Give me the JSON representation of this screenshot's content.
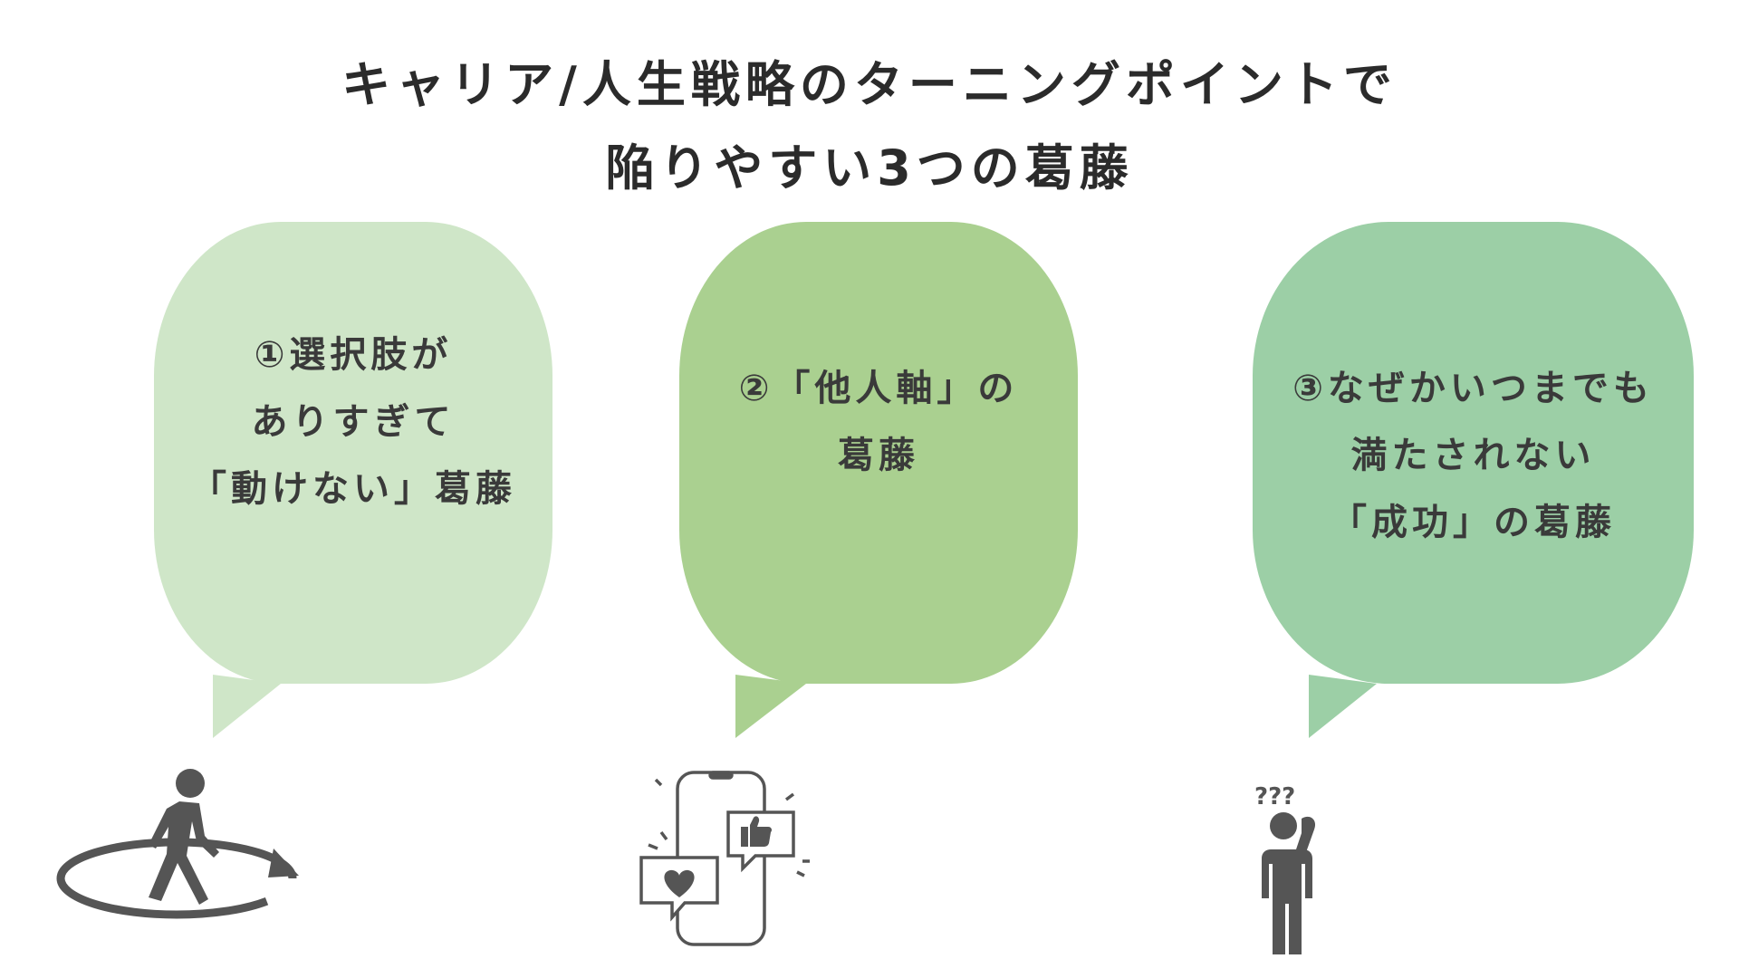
{
  "title": {
    "line1": "キャリア/人生戦略のターニングポイントで",
    "line2": "陥りやすい3つの葛藤"
  },
  "bubbles": [
    {
      "lines": [
        "①選択肢が",
        "ありすぎて",
        "「動けない」葛藤"
      ],
      "color": "#cfe6c8"
    },
    {
      "lines": [
        "②「他人軸」の",
        "葛藤"
      ],
      "color": "#aad090"
    },
    {
      "lines": [
        "③なぜかいつまでも",
        "満たされない",
        "「成功」の葛藤"
      ],
      "color": "#9ccfa6"
    }
  ],
  "icons": [
    "walking-in-circle-icon",
    "smartphone-social-media-icon",
    "confused-person-icon"
  ],
  "icon_color": "#555555"
}
